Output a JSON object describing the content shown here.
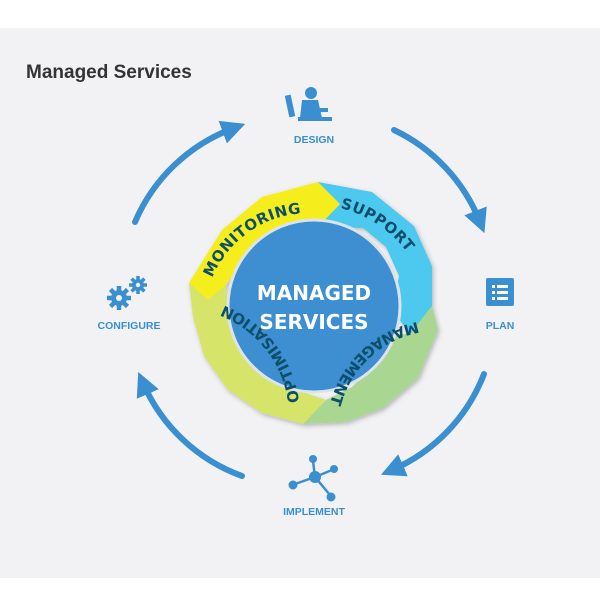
{
  "title": "Managed Services",
  "center": {
    "line1": "MANAGED",
    "line2": "SERVICES"
  },
  "stages": {
    "design": "DESIGN",
    "plan": "PLAN",
    "implement": "IMPLEMENT",
    "configure": "CONFIGURE"
  },
  "ring": {
    "monitoring": "MONITORING",
    "support": "SUPPORT",
    "management": "MANAGEMENT",
    "optimisation": "OPTIMISATION"
  },
  "icons": {
    "design": "designer-at-desk-icon",
    "plan": "list-document-icon",
    "implement": "network-nodes-icon",
    "configure": "gears-icon"
  },
  "colors": {
    "accent": "#3a8fd0",
    "center": "#3d8fd2",
    "monitoring": "#f5ee1c",
    "support": "#4ec8ef",
    "management": "#a9d690",
    "optimisation": "#d6e46a",
    "ring_text": "#0d4f6a",
    "background": "#f2f2f4"
  }
}
